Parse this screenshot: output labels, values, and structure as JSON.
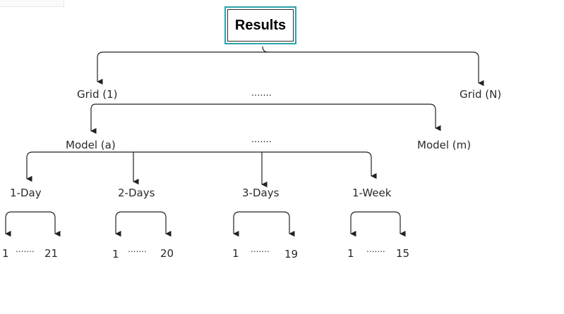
{
  "root": {
    "label": "Results"
  },
  "grids": {
    "first": "Grid (1)",
    "last": "Grid (N)",
    "ellipsis": "......."
  },
  "models": {
    "first": "Model (a)",
    "last": "Model (m)",
    "ellipsis": "......."
  },
  "horizons": [
    {
      "label": "1-Day",
      "start": "1",
      "ellipsis": ".......",
      "end": "21"
    },
    {
      "label": "2-Days",
      "start": "1",
      "ellipsis": ".......",
      "end": "20"
    },
    {
      "label": "3-Days",
      "start": "1",
      "ellipsis": ".......",
      "end": "19"
    },
    {
      "label": "1-Week",
      "start": "1",
      "ellipsis": ".......",
      "end": "15"
    }
  ],
  "colors": {
    "root_border": "#2aa3ad",
    "line": "#222222"
  }
}
